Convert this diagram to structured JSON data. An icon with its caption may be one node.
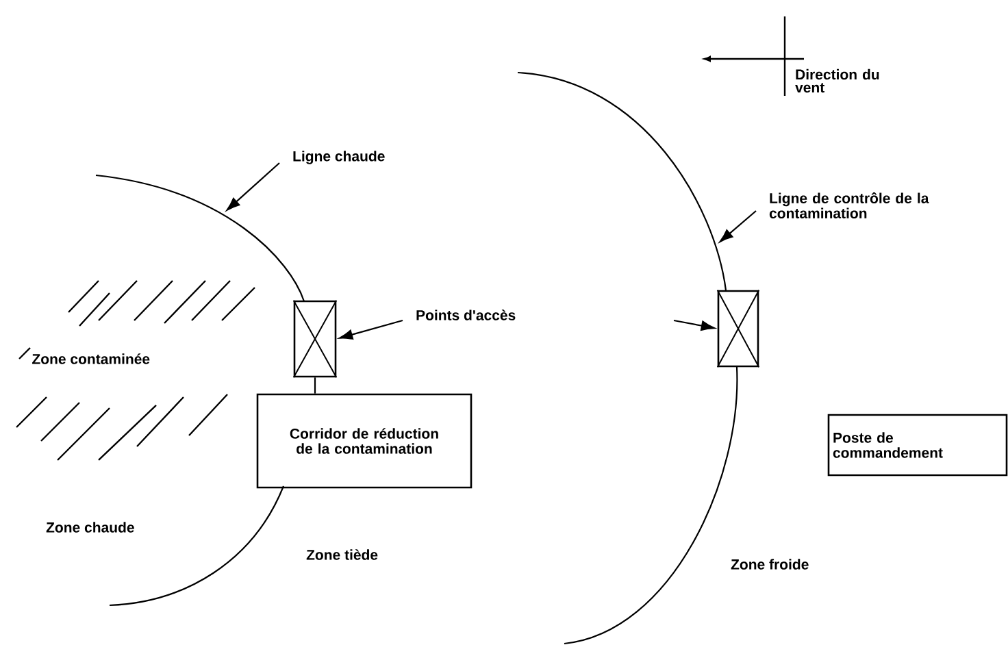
{
  "diagram": {
    "nodes": [
      {
        "text": [
          "Ligne chaude"
        ]
      },
      {
        "text": [
          "Ligne de contrôle de la contamination"
        ]
      },
      {
        "text": [
          "Points d'accès"
        ]
      },
      {
        "text": [],
        "shape": "box"
      },
      {
        "text": [],
        "shape": "box"
      },
      {
        "text": [
          "Corridor de réduction de la contamination"
        ]
      },
      {
        "text": [
          "Poste de commandement"
        ]
      }
    ],
    "edges": [
      {
        "from": 0,
        "to": null,
        "arrow": "to"
      },
      {
        "from": 1,
        "to": null,
        "arrow": "to"
      },
      {
        "from": 2,
        "to": 3,
        "arrow": "to"
      },
      {
        "from": null,
        "to": 4,
        "arrow": "to"
      },
      {
        "from": 3,
        "to": 5,
        "arrow": "none"
      }
    ],
    "labels": [
      "Direction du vent",
      "Zone contaminée",
      "Zone chaude",
      "Zone tiède",
      "Zone froide"
    ]
  }
}
